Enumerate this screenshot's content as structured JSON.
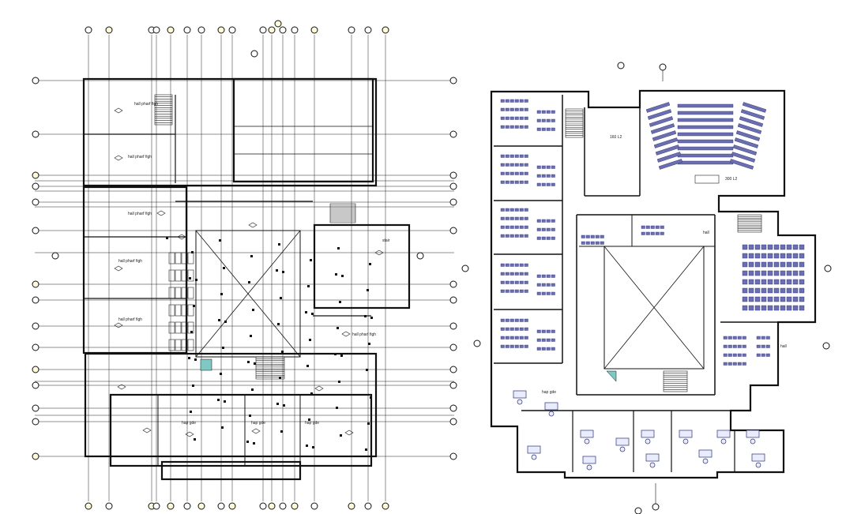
{
  "drawing": {
    "left_plan": {
      "room_labels": [
        "hall pharf figh",
        "hall pharf figh",
        "hall pharf figh",
        "hall pharf figh",
        "hall pharf figh",
        "hall pharf figh",
        "hap gde",
        "hap gde",
        "hap gde",
        "stair"
      ]
    },
    "right_plan": {
      "room_labels": [
        "160 L2",
        "300 L2",
        "hall",
        "hap gde",
        "hall"
      ],
      "auditorium_label": "300 L2",
      "lecture_label": "160 L2"
    },
    "colors": {
      "line": "#111111",
      "seat": "#6b6fb0",
      "glazing": "#7fc8c4",
      "bubble_accent": "#fffbd8"
    }
  }
}
